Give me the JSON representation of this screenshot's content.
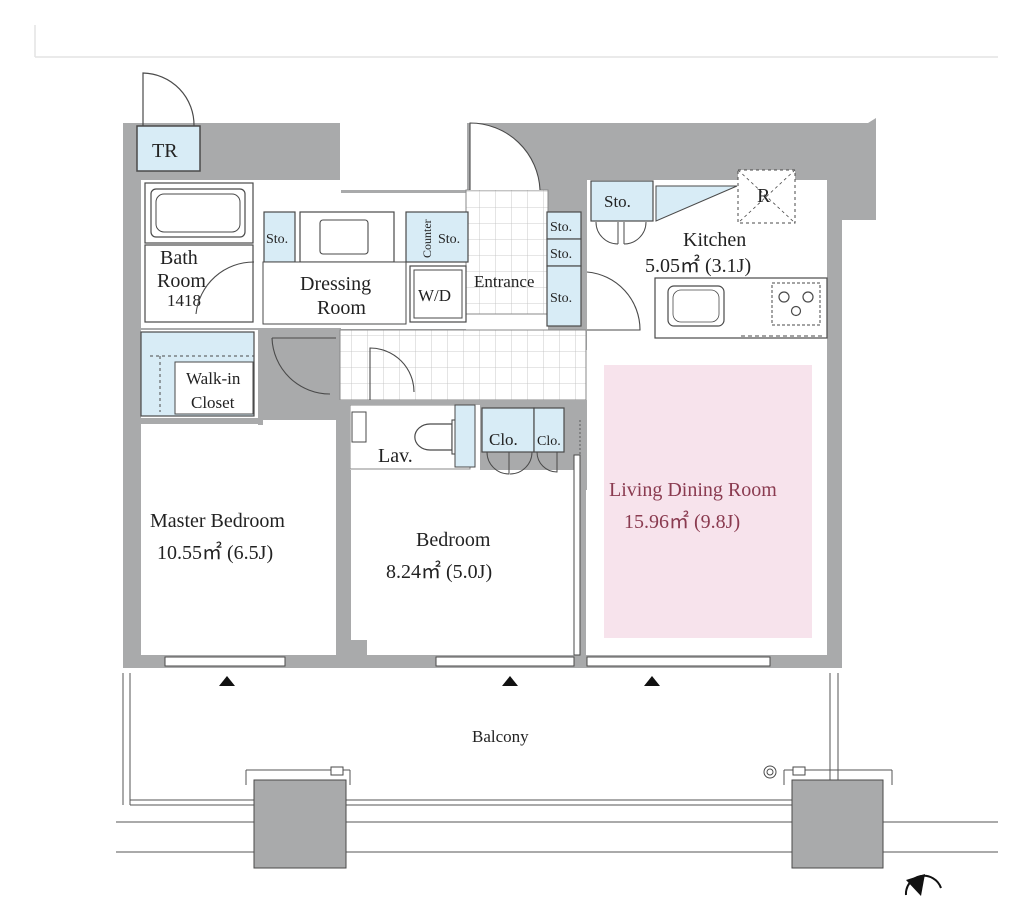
{
  "plan": {
    "tr": "TR",
    "bath_line1": "Bath",
    "bath_line2": "Room",
    "bath_line3": "1418",
    "sto": "Sto.",
    "counter": "Counter",
    "dressing_line1": "Dressing",
    "dressing_line2": "Room",
    "wd": "W/D",
    "entrance": "Entrance",
    "kitchen": "Kitchen",
    "kitchen_area": "5.05㎡ (3.1J)",
    "refrigerator": "R",
    "walkin_line1": "Walk-in",
    "walkin_line2": "Closet",
    "lav": "Lav.",
    "clo": "Clo.",
    "master_bedroom": "Master Bedroom",
    "master_bedroom_area": "10.55㎡ (6.5J)",
    "bedroom": "Bedroom",
    "bedroom_area": "8.24㎡ (5.0J)",
    "living": "Living Dining Room",
    "living_area": "15.96㎡ (9.8J)",
    "balcony": "Balcony"
  },
  "colors": {
    "wall": "#a9aaab",
    "storage": "#d8ecf6",
    "living": "#f7e3ec",
    "line": "#4a4a4a"
  },
  "icons": [
    "north-compass-icon",
    "window-arrow-icon",
    "stove-icon",
    "sink-icon",
    "bathtub-icon",
    "toilet-icon",
    "washbasin-icon"
  ]
}
